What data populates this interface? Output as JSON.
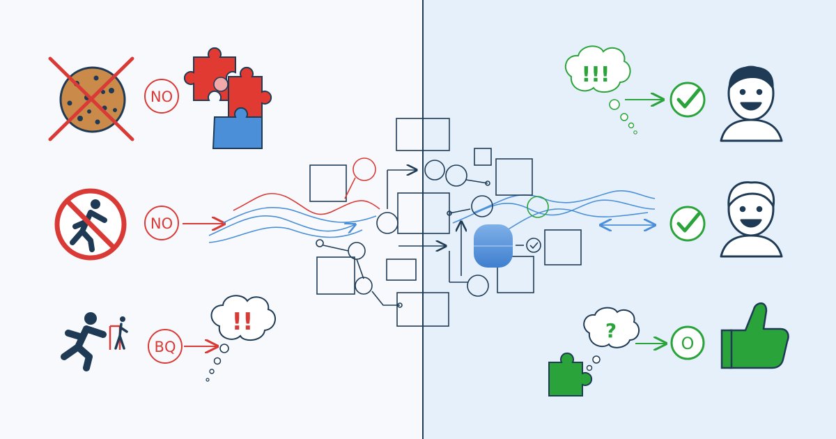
{
  "colors": {
    "left_bg": "#f7f9fc",
    "right_bg": "#e6f0fb",
    "divider": "#1e3a55",
    "red": "#d93a36",
    "green": "#2aa33a",
    "blue": "#4a8fd8",
    "navy": "#1e3a55",
    "cookie": "#c98a4a"
  },
  "left": {
    "row1": {
      "label": "NO",
      "icons": [
        "cookie-icon",
        "cross-out-icon",
        "puzzle-pieces-icon"
      ]
    },
    "row2": {
      "label": "NO",
      "icons": [
        "no-running-sign-icon"
      ]
    },
    "row3": {
      "label": "BQ",
      "thought": "!!",
      "icons": [
        "running-person-icon",
        "exit-sign-icon",
        "thought-bubble-icon"
      ]
    }
  },
  "right": {
    "row1": {
      "thought": "!!!",
      "icons": [
        "thought-bubble-icon",
        "check-circle-icon",
        "smiling-face-icon"
      ]
    },
    "row2": {
      "icons": [
        "check-circle-icon",
        "smiling-face-icon"
      ]
    },
    "row3": {
      "thought": "?",
      "label": "O",
      "icons": [
        "puzzle-piece-icon",
        "thumbs-up-icon"
      ]
    }
  }
}
